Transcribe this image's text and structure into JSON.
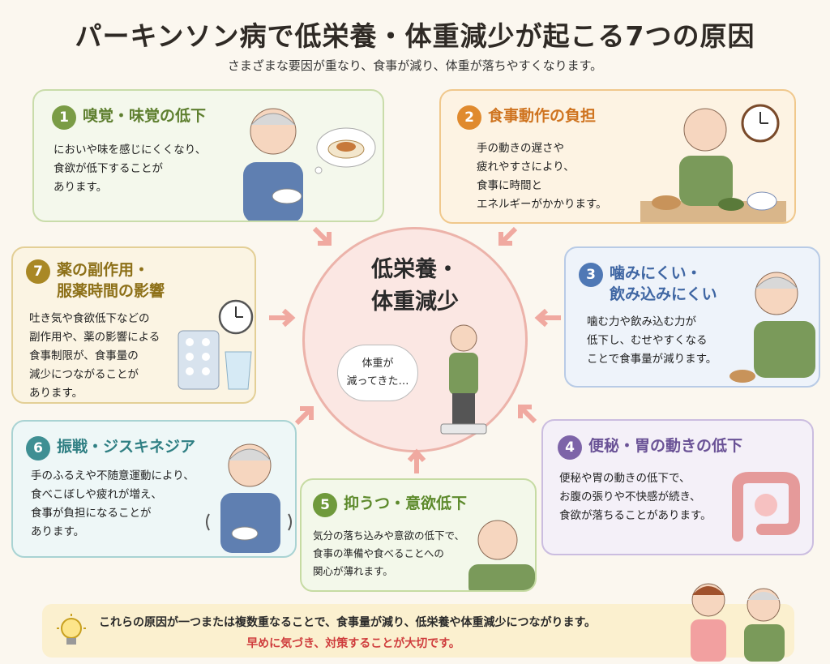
{
  "title": "パーキンソン病で低栄養・体重減少が起こる7つの原因",
  "subtitle": "さまざまな要因が重なり、食事が減り、体重が落ちやすくなります。",
  "center": {
    "title_line1": "低栄養・",
    "title_line2": "体重減少",
    "bubble_line1": "体重が",
    "bubble_line2": "減ってきた…"
  },
  "causes": [
    {
      "num": "1",
      "title": "嗅覚・味覚の低下",
      "lines": [
        "においや味を感じにくくなり、",
        "食欲が低下することが",
        "あります。"
      ]
    },
    {
      "num": "2",
      "title": "食事動作の負担",
      "lines": [
        "手の動きの遅さや",
        "疲れやすさにより、",
        "食事に時間と",
        "エネルギーがかかります。"
      ]
    },
    {
      "num": "3",
      "title_line1": "噛みにくい・",
      "title_line2": "飲み込みにくい",
      "lines": [
        "噛む力や飲み込む力が",
        "低下し、むせやすくなる",
        "ことで食事量が減ります。"
      ]
    },
    {
      "num": "4",
      "title": "便秘・胃の動きの低下",
      "lines": [
        "便秘や胃の動きの低下で、",
        "お腹の張りや不快感が続き、",
        "食欲が落ちることがあります。"
      ]
    },
    {
      "num": "5",
      "title": "抑うつ・意欲低下",
      "lines": [
        "気分の落ち込みや意欲の低下で、",
        "食事の準備や食べることへの",
        "関心が薄れます。"
      ]
    },
    {
      "num": "6",
      "title": "振戦・ジスキネジア",
      "lines": [
        "手のふるえや不随意運動により、",
        "食べこぼしや疲れが増え、",
        "食事が負担になることが",
        "あります。"
      ]
    },
    {
      "num": "7",
      "title_line1": "薬の副作用・",
      "title_line2": "服薬時間の影響",
      "lines": [
        "吐き気や食欲低下などの",
        "副作用や、薬の影響による",
        "食事制限が、食事量の",
        "減少につながることが",
        "あります。"
      ]
    }
  ],
  "bottom": {
    "line1": "これらの原因が一つまたは複数重なることで、食事量が減り、低栄養や体重減少につながります。",
    "line2": "早めに気づき、対策することが大切です。"
  },
  "colors": {
    "cause1": "#7a9c46",
    "cause2": "#e08a2e",
    "cause3": "#4f78b5",
    "cause4": "#7d64a8",
    "cause5": "#6f9a3c",
    "cause6": "#3f8f93",
    "cause7": "#a98825",
    "arrow": "#f0a9a0",
    "warning": "#cf3d3d"
  },
  "icons": [
    "elderly-eating-icon",
    "food-thought-icon",
    "clock-icon",
    "meal-tray-icon",
    "choking-icon",
    "intestine-icon",
    "sad-person-icon",
    "tremor-icon",
    "pill-pack-icon",
    "water-glass-icon",
    "scale-person-icon",
    "lightbulb-icon",
    "caregiver-icon"
  ]
}
